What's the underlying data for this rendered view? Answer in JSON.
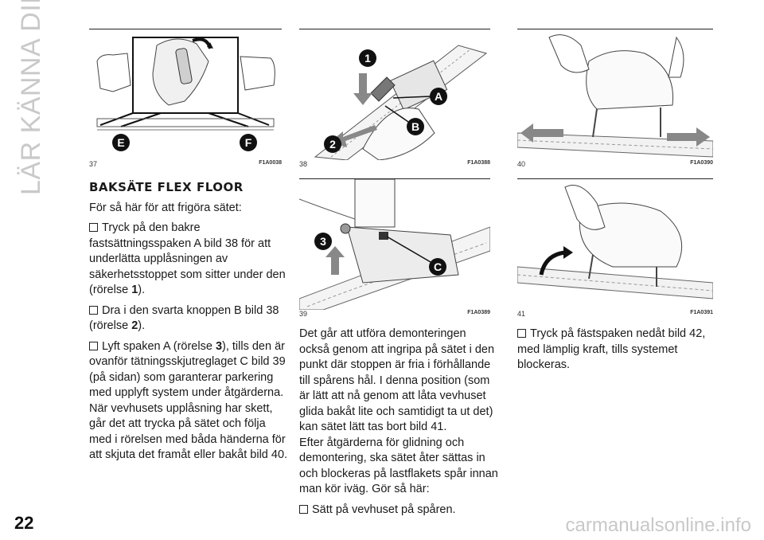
{
  "side_title": "LÄR KÄNNA DIN BIL",
  "page_number": "22",
  "watermark": "carmanualsonline.info",
  "figures": [
    {
      "number": "37",
      "code": "F1A0038",
      "labels": [
        "E",
        "F"
      ]
    },
    {
      "number": "38",
      "code": "F1A0388",
      "labels": [
        "1",
        "A",
        "B",
        "2"
      ]
    },
    {
      "number": "39",
      "code": "F1A0389",
      "labels": [
        "3",
        "C"
      ]
    },
    {
      "number": "40",
      "code": "F1A0390",
      "labels": []
    },
    {
      "number": "41",
      "code": "F1A0391",
      "labels": []
    }
  ],
  "col1": {
    "heading": "BAKSÄTE FLEX FLOOR",
    "intro": "För så här för att frigöra sätet:",
    "step1_a": "Tryck på den bakre fastsättningsspaken A bild 38 för att underlätta upplåsningen av säkerhetsstoppet som sitter under den (rörelse ",
    "step1_b": "1",
    "step1_c": ").",
    "step2_a": "Dra i den svarta knoppen B bild 38 (rörelse ",
    "step2_b": "2",
    "step2_c": ").",
    "step3_a": "Lyft spaken A (rörelse ",
    "step3_b": "3",
    "step3_c": "), tills den är ovanför tätningsskjutreglaget C bild 39 (på sidan) som garanterar parkering med upplyft system under åtgärderna.",
    "para": "När vevhusets upplåsning har skett, går det att trycka på sätet och följa med i rörelsen med båda händerna för att skjuta det framåt eller bakåt bild 40."
  },
  "col2": {
    "para1": "Det går att utföra demonteringen också genom att ingripa på sätet i den punkt där stoppen är fria i förhållande till spårens hål. I denna position (som är lätt att nå genom att låta vevhuset glida bakåt lite och samtidigt ta ut det) kan sätet lätt tas bort bild 41.",
    "para2": "Efter åtgärderna för glidning och demontering, ska sätet åter sättas in och blockeras på lastflakets spår innan man kör iväg. Gör så här:",
    "step": "Sätt på vevhuset på spåren."
  },
  "col3": {
    "step": "Tryck på fästspaken nedåt bild 42, med lämplig kraft, tills systemet blockeras."
  }
}
